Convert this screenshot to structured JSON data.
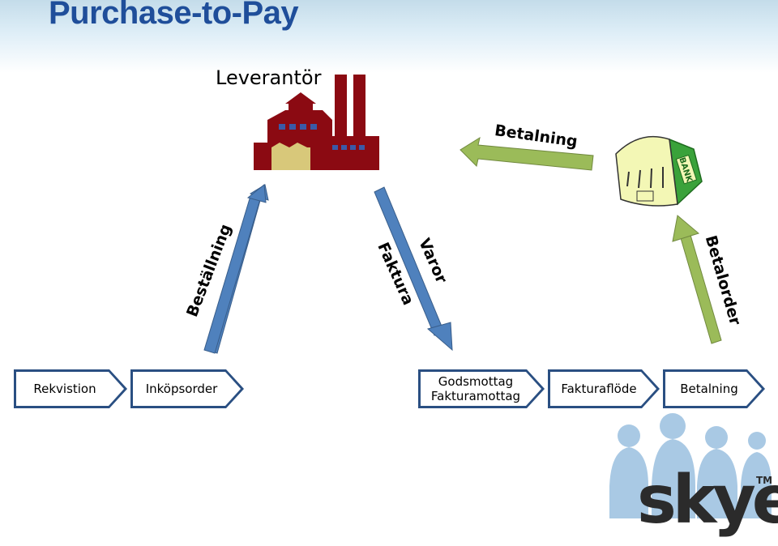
{
  "title": "Purchase-to-Pay",
  "supplier": {
    "label": "Leverantör",
    "icon": "factory-icon"
  },
  "bank": {
    "icon": "bank-building-icon",
    "sign": "BANK",
    "payment_label": "Betalning"
  },
  "flows": {
    "order_label": "Beställning",
    "goods_label": "Varor",
    "invoice_label": "Faktura",
    "payment_order_label": "Betalorder"
  },
  "process_steps": [
    {
      "label": "Rekvistion"
    },
    {
      "label": "Inköpsorder"
    },
    {
      "label_line1": "Godsmottag",
      "label_line2": "Fakturamottag"
    },
    {
      "label": "Fakturaflöde"
    },
    {
      "label": "Betalning"
    }
  ],
  "logo": {
    "text": "skye",
    "tm": "TM"
  },
  "colors": {
    "title": "#1f4e9a",
    "title_band": "#c4dcea",
    "blue_arrow": "#4f81bd",
    "blue_arrow_edge": "#385d8a",
    "green_arrow": "#9bbb59",
    "green_arrow_edge": "#71893f",
    "factory": "#8b0a12",
    "factory_window": "#3a5aa8",
    "factory_shed": "#d8c87a",
    "bank_body": "#f3f7b5",
    "bank_side": "#3aa23a",
    "step_fill": "#2a4f82",
    "logo_people": "#a9c9e4"
  }
}
